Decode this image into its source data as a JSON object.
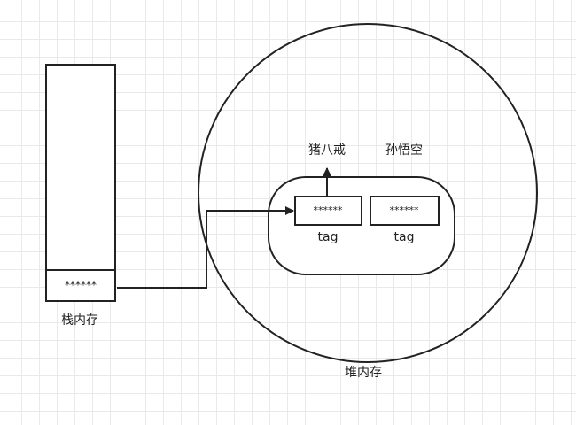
{
  "stack": {
    "label": "栈内存",
    "cell_text": "******"
  },
  "heap": {
    "label": "堆内存",
    "object": {
      "fields": [
        {
          "value": "******",
          "name": "tag",
          "points_to": "猪八戒"
        },
        {
          "value": "******",
          "name": "tag",
          "points_to": "孙悟空"
        }
      ]
    }
  }
}
